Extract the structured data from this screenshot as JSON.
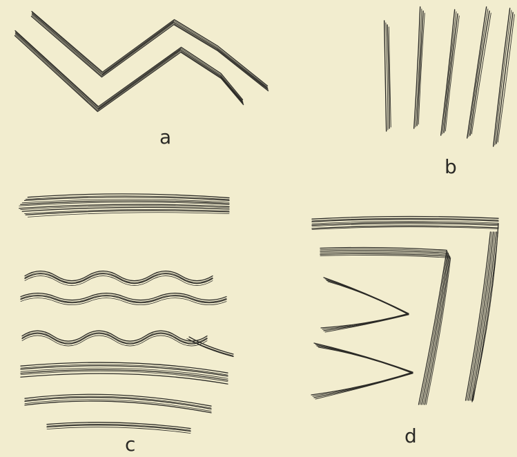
{
  "figure": {
    "panels": [
      {
        "id": "a",
        "label": "a"
      },
      {
        "id": "b",
        "label": "b"
      },
      {
        "id": "c",
        "label": "c"
      },
      {
        "id": "d",
        "label": "d"
      }
    ]
  }
}
